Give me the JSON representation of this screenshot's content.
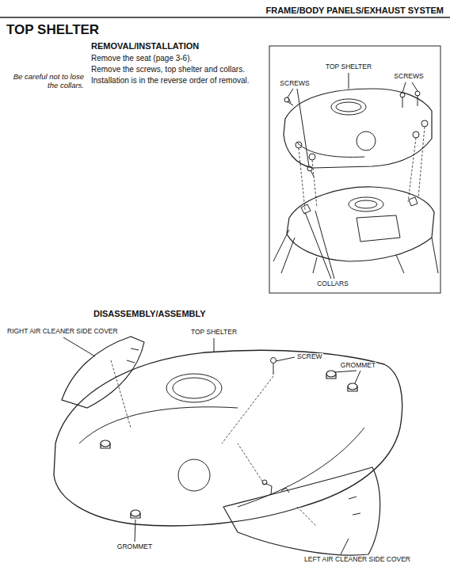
{
  "diagram": {
    "title": "TOP SHELTER",
    "labels": [
      "FRAME/BODY PANELS/EXHAUST SYSTEM",
      "REMOVAL/INSTALLATION",
      "Remove the seat (page 3-6).",
      "Remove the screws, top shelter and collars.",
      "Be careful not to lose the collars.",
      "Installation is in the reverse order of removal.",
      "TOP SHELTER",
      "SCREWS",
      "SCREWS",
      "COLLARS",
      "DISASSEMBLY/ASSEMBLY",
      "RIGHT AIR CLEANER SIDE COVER",
      "TOP SHELTER",
      "SCREW",
      "GROMMET",
      "GROMMET",
      "LEFT AIR CLEANER SIDE COVER"
    ]
  }
}
